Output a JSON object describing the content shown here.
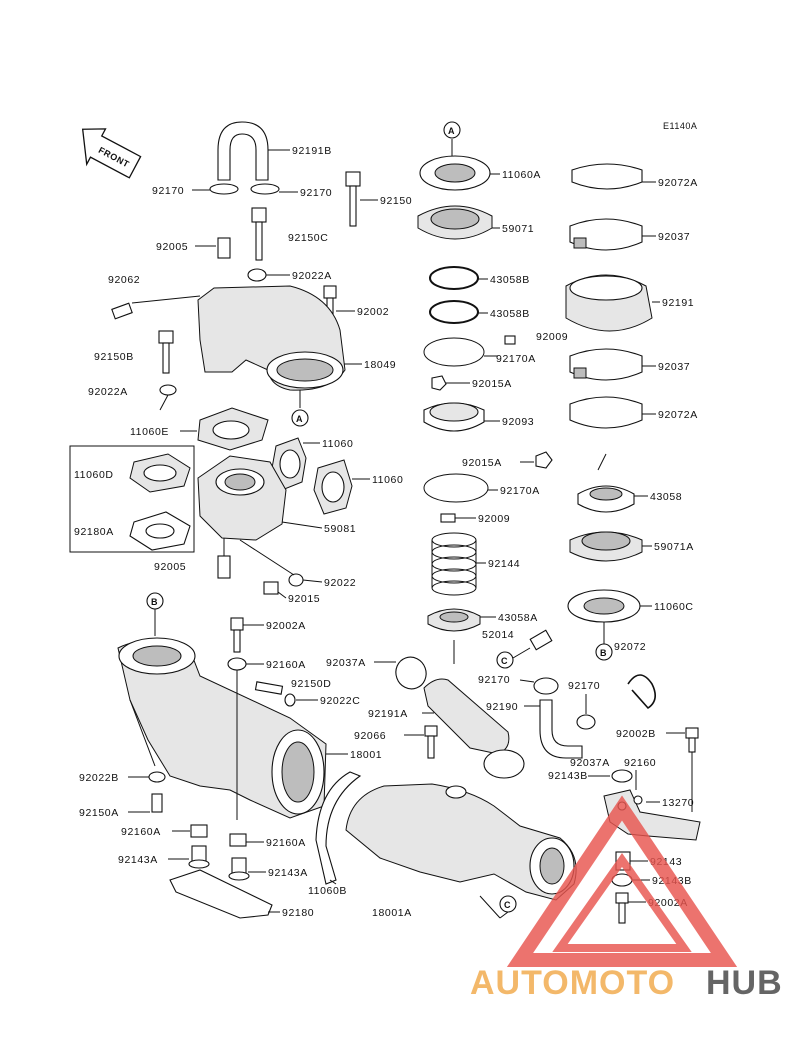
{
  "diagram": {
    "code": "E1140A",
    "front_label": "FRONT",
    "refs": {
      "a_top": "A",
      "a_mid": "A",
      "b_left": "B",
      "b_right": "B",
      "c_mid": "C",
      "c_bot": "C"
    }
  },
  "labels": {
    "p92191B": "92191B",
    "p92170_l": "92170",
    "p92170_r": "92170",
    "p92150": "92150",
    "p92005_t": "92005",
    "p92150C": "92150C",
    "p92022A_t": "92022A",
    "p92062": "92062",
    "p92002": "92002",
    "p92150B": "92150B",
    "p18049": "18049",
    "p92022A_l": "92022A",
    "p11060E": "11060E",
    "p11060_a": "11060",
    "p11060_b": "11060",
    "p11060D": "11060D",
    "p92180A": "92180A",
    "p59081": "59081",
    "p92005_b": "92005",
    "p92022": "92022",
    "p92015": "92015",
    "p11060A": "11060A",
    "p59071": "59071",
    "p43058B_a": "43058B",
    "p43058B_b": "43058B",
    "p92009_r": "92009",
    "p92170A_a": "92170A",
    "p92015A_a": "92015A",
    "p92093": "92093",
    "p92015A_b": "92015A",
    "p92170A_b": "92170A",
    "p92009_b": "92009",
    "p92144": "92144",
    "p43058A": "43058A",
    "p52014": "52014",
    "p92072A_t": "92072A",
    "p92037_t": "92037",
    "p92191": "92191",
    "p92037_b": "92037",
    "p92072A_b": "92072A",
    "p43058": "43058",
    "p59071A": "59071A",
    "p11060C": "11060C",
    "p92072": "92072",
    "p92002A_t": "92002A",
    "p92160A_t": "92160A",
    "p92150D": "92150D",
    "p92022C": "92022C",
    "p18001": "18001",
    "p92022B": "92022B",
    "p92150A": "92150A",
    "p92160A_m": "92160A",
    "p92160A_b": "92160A",
    "p92143A_l": "92143A",
    "p92143A_r": "92143A",
    "p11060B": "11060B",
    "p92180": "92180",
    "p18001A": "18001A",
    "p92037A_t": "92037A",
    "p92170_m": "92170",
    "p92191A": "92191A",
    "p92170_m2": "92170",
    "p92190": "92190",
    "p92066": "92066",
    "p92037A_b": "92037A",
    "p92143B_t": "92143B",
    "p92160": "92160",
    "p92002B": "92002B",
    "p13270": "13270",
    "p92143": "92143",
    "p92143B_b": "92143B",
    "p92002A_b": "92002A"
  },
  "watermark": {
    "part1": "AUTOMOTO",
    "part2": "HUB",
    "color_primary": "#e8554f",
    "color_accent": "#f2b15a",
    "color_dark": "#555555"
  }
}
